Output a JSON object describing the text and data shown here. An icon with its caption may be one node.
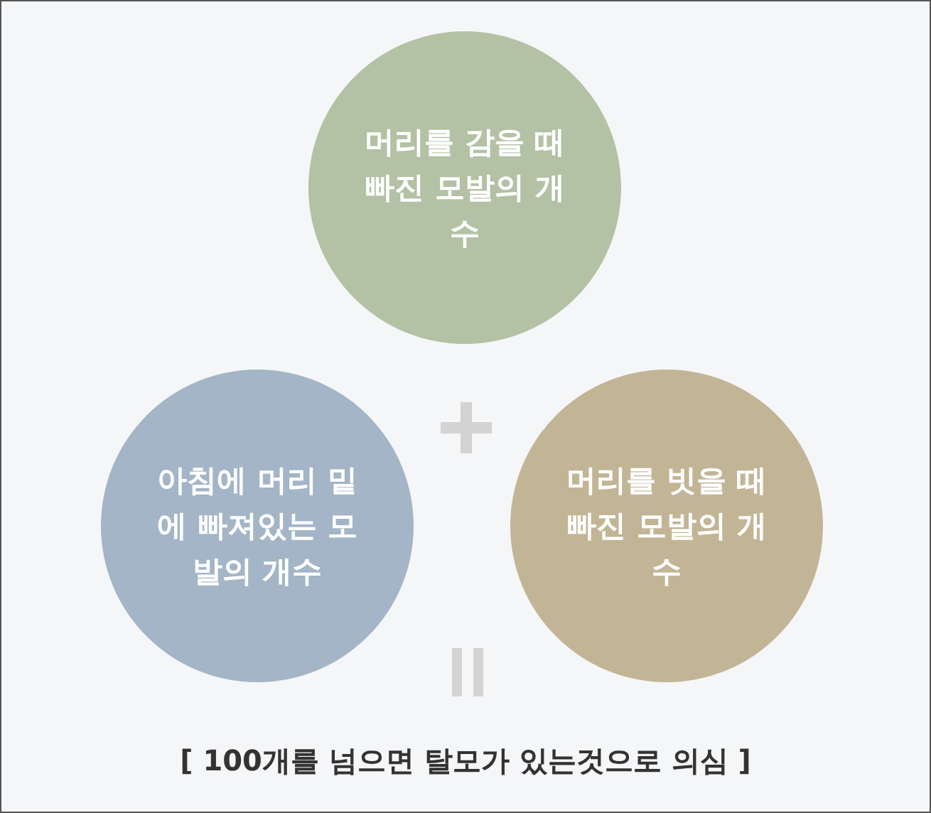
{
  "diagram": {
    "caption": "[ 100개를 넘으면 탈모가 있는것으로 의심 ]",
    "nodes": [
      {
        "text": [
          "머리를 감을 때 빠진 모발의 개수"
        ]
      },
      {
        "text": [
          "아침에 머리 밑에 빠져있는 모발의 개수"
        ]
      },
      {
        "text": [
          "머리를 빗을 때 빠진 모발의 개수"
        ]
      }
    ]
  }
}
